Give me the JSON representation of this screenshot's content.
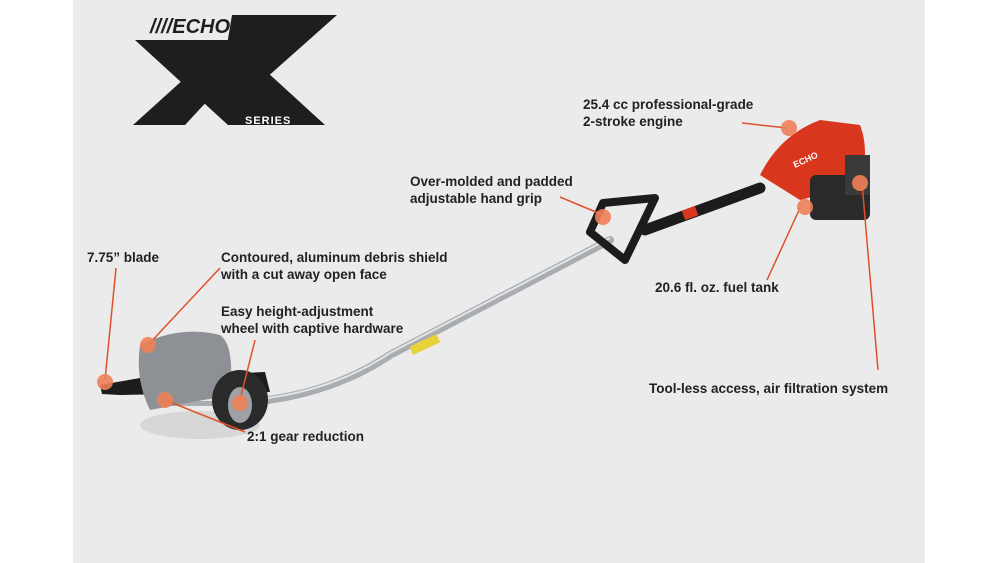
{
  "logo": {
    "brand": "ECHO",
    "mark": "X",
    "series": "SERIES"
  },
  "callouts": {
    "engine": [
      "25.4 cc professional-grade",
      "2-stroke engine"
    ],
    "grip": [
      "Over-molded and padded",
      "adjustable hand grip"
    ],
    "blade": [
      "7.75” blade"
    ],
    "shield": [
      "Contoured, aluminum debris shield",
      "with a cut away open face"
    ],
    "wheel": [
      "Easy height-adjustment",
      "wheel with captive hardware"
    ],
    "fuel": [
      "20.6 fl. oz. fuel tank"
    ],
    "filter": [
      "Tool-less access, air filtration system"
    ],
    "gear": [
      "2:1 gear reduction"
    ]
  },
  "colors": {
    "accent": "#e0512b",
    "engine": "#d9361e",
    "panel": "#ebebeb"
  }
}
